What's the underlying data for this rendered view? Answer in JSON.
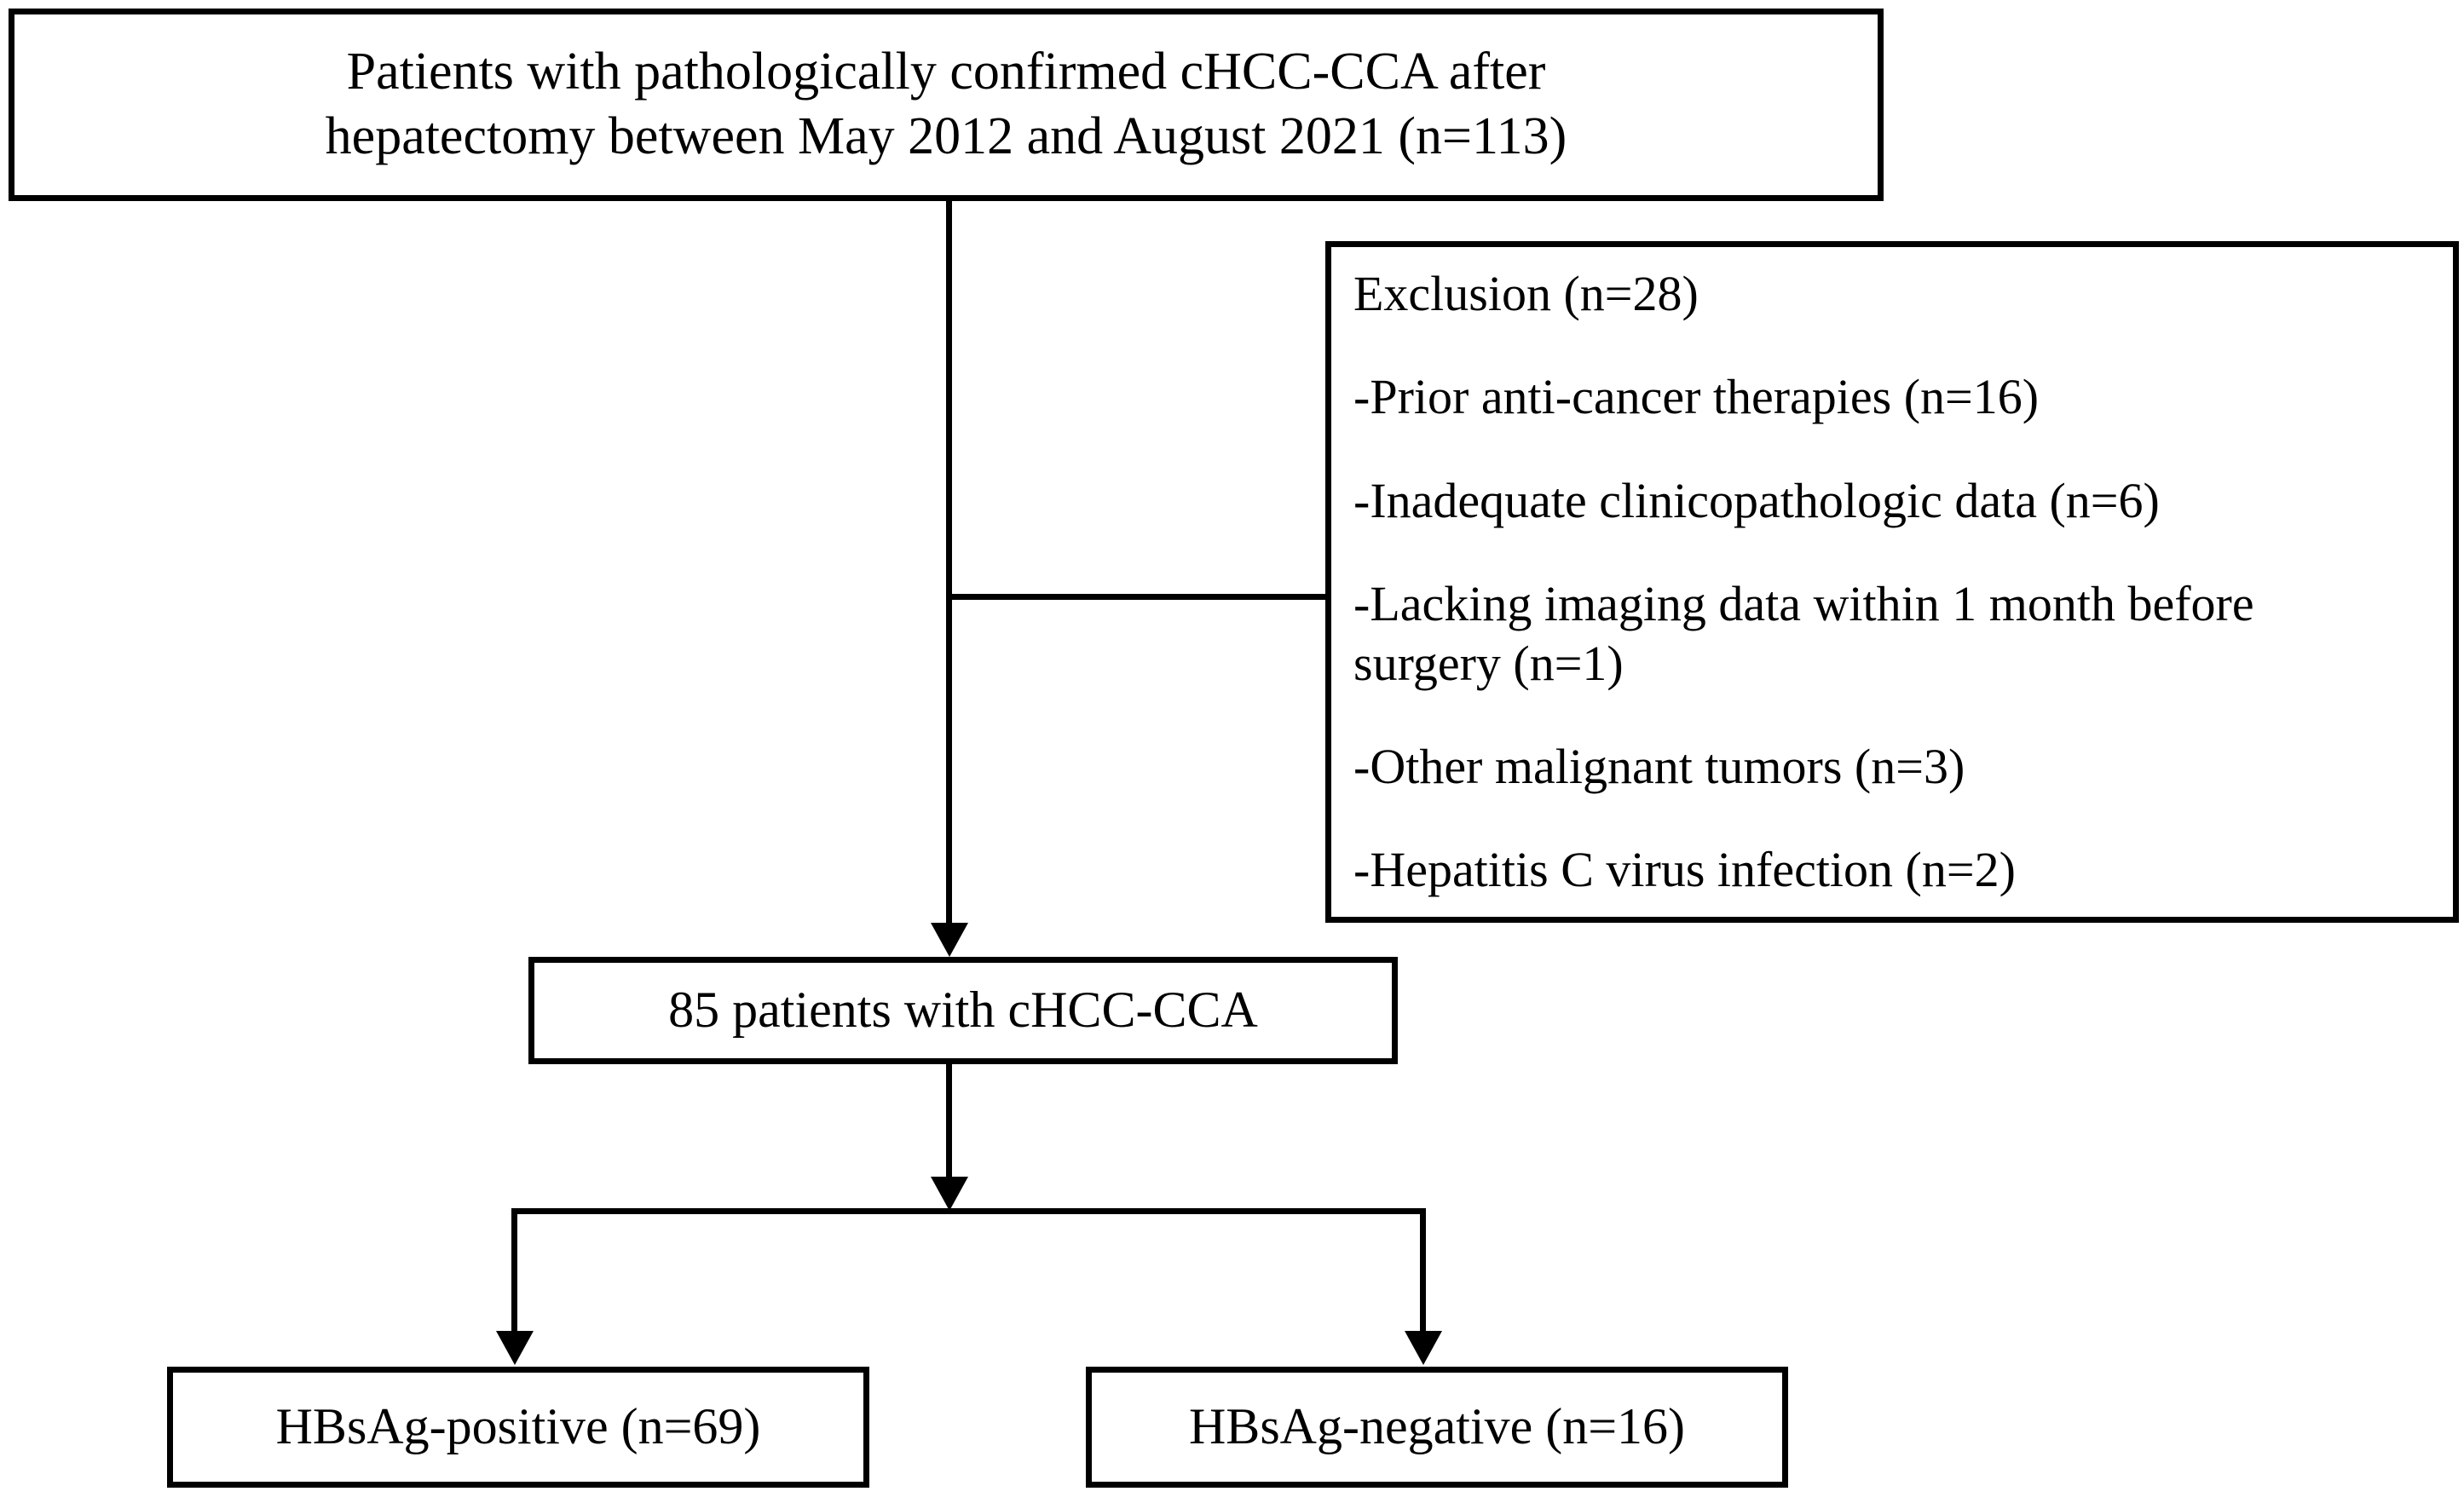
{
  "diagram": {
    "title_top": {
      "line1": "Patients with pathologically confirmed cHCC-CCA after",
      "line2": "hepatectomy between May 2012 and August 2021 (n=113)"
    },
    "exclusion": {
      "heading": "Exclusion (n=28)",
      "items": [
        "-Prior anti-cancer therapies (n=16)",
        "-Inadequate clinicopathologic data (n=6)",
        "-Lacking imaging data within 1 month before surgery (n=1)",
        "-Other malignant tumors (n=3)",
        "-Hepatitis C virus infection (n=2)"
      ]
    },
    "eligible": {
      "label": "85 patients with cHCC-CCA"
    },
    "groups": [
      {
        "label": "HBsAg-positive (n=69)"
      },
      {
        "label": "HBsAg-negative (n=16)"
      }
    ],
    "style": {
      "line_color": "#000000",
      "box_fill": "#ffffff",
      "background": "#ffffff"
    }
  },
  "chart_data": {
    "type": "flowchart",
    "title": "Patient selection flow diagram",
    "nodes": [
      {
        "id": "enrolled",
        "label": "Patients with pathologically confirmed cHCC-CCA after hepatectomy between May 2012 and August 2021 (n=113)",
        "n": 113
      },
      {
        "id": "exclusion",
        "label": "Exclusion (n=28)",
        "n": 28
      },
      {
        "id": "eligible",
        "label": "85 patients with cHCC-CCA",
        "n": 85
      },
      {
        "id": "hbsag_positive",
        "label": "HBsAg-positive (n=69)",
        "n": 69
      },
      {
        "id": "hbsag_negative",
        "label": "HBsAg-negative (n=16)",
        "n": 16
      }
    ],
    "exclusion_reasons": [
      {
        "reason": "Prior anti-cancer therapies",
        "n": 16
      },
      {
        "reason": "Inadequate clinicopathologic data",
        "n": 6
      },
      {
        "reason": "Lacking imaging data within 1 month before surgery",
        "n": 1
      },
      {
        "reason": "Other malignant tumors",
        "n": 3
      },
      {
        "reason": "Hepatitis C virus infection",
        "n": 2
      }
    ],
    "edges": [
      {
        "from": "enrolled",
        "to": "exclusion",
        "type": "branch"
      },
      {
        "from": "enrolled",
        "to": "eligible",
        "type": "arrow"
      },
      {
        "from": "eligible",
        "to": "hbsag_positive",
        "type": "arrow"
      },
      {
        "from": "eligible",
        "to": "hbsag_negative",
        "type": "arrow"
      }
    ]
  }
}
